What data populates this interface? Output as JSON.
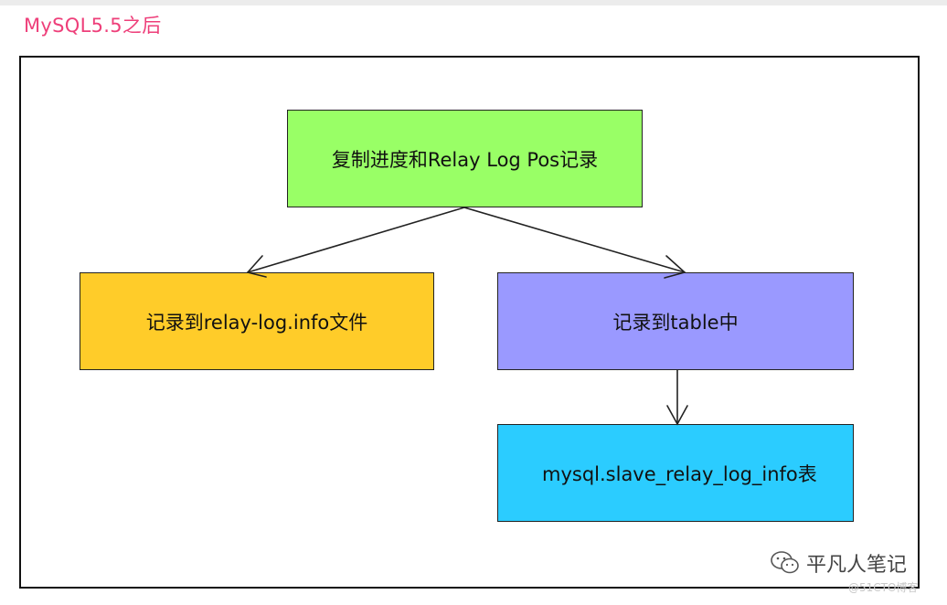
{
  "heading": {
    "text": "MySQL5.5之后",
    "color": "#ee3f7a"
  },
  "nodes": {
    "top": {
      "label": "复制进度和Relay Log Pos记录",
      "fill": "#99ff66"
    },
    "left": {
      "label": "记录到relay-log.info文件",
      "fill": "#ffcc29"
    },
    "right": {
      "label": "记录到table中",
      "fill": "#9a99ff"
    },
    "bottom": {
      "label": "mysql.slave_relay_log_info表",
      "fill": "#2bccff"
    }
  },
  "watermark": {
    "text": "平凡人笔记",
    "icon": "wechat-icon"
  },
  "credit": {
    "text": "@51CTO博客"
  }
}
